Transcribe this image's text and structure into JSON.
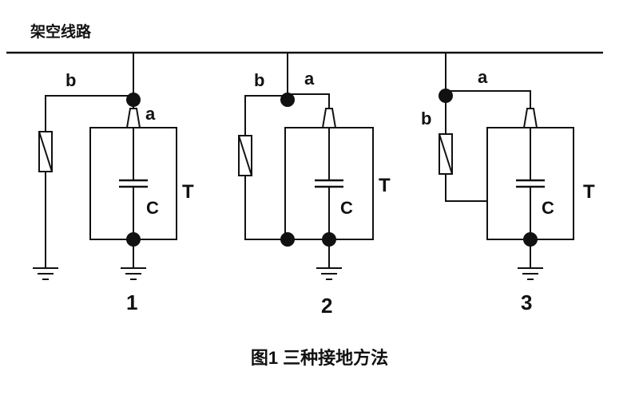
{
  "diagram": {
    "overhead_line_label": "架空线路",
    "caption": "图1 三种接地方法",
    "circuits": [
      {
        "number": "1",
        "label_a": "a",
        "label_b": "b",
        "label_c": "C",
        "label_t": "T"
      },
      {
        "number": "2",
        "label_a": "a",
        "label_b": "b",
        "label_c": "C",
        "label_t": "T"
      },
      {
        "number": "3",
        "label_a": "a",
        "label_b": "b",
        "label_c": "C",
        "label_t": "T"
      }
    ]
  }
}
